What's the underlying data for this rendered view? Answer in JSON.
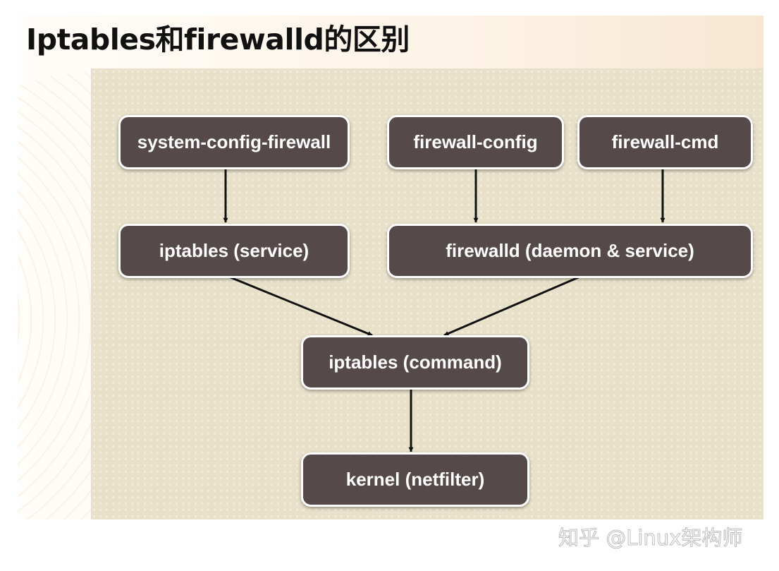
{
  "title": "Iptables和firewalld的区别",
  "colors": {
    "node_fill": "#55494a",
    "node_border": "#ffffff",
    "node_text": "#ffffff",
    "arrow": "#111111",
    "panel": "#e8e0c8"
  },
  "diagram": {
    "nodes": {
      "system_config_firewall": "system-config-firewall",
      "firewall_config": "firewall-config",
      "firewall_cmd": "firewall-cmd",
      "iptables_service": "iptables (service)",
      "firewalld": "firewalld (daemon & service)",
      "iptables_command": "iptables (command)",
      "kernel": "kernel (netfilter)"
    },
    "edges": [
      {
        "from": "system-config-firewall",
        "to": "iptables (service)"
      },
      {
        "from": "firewall-config",
        "to": "firewalld (daemon & service)"
      },
      {
        "from": "firewall-cmd",
        "to": "firewalld (daemon & service)"
      },
      {
        "from": "iptables (service)",
        "to": "iptables (command)"
      },
      {
        "from": "firewalld (daemon & service)",
        "to": "iptables (command)"
      },
      {
        "from": "iptables (command)",
        "to": "kernel (netfilter)"
      }
    ]
  },
  "watermark": "知乎 @Linux架构师"
}
